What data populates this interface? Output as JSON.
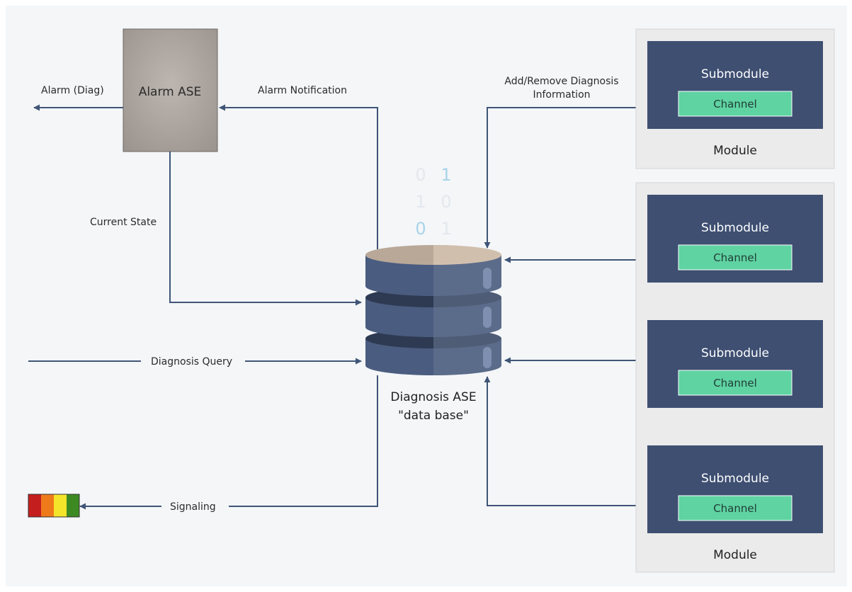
{
  "colors": {
    "background": "#f4f6f8",
    "line": "#3f5577",
    "submodule": "#3e4f72",
    "channel": "#5fd3a2",
    "module_panel": "#ebebeb",
    "alarm_box": "#a59e98",
    "db_body": "#4a5c80",
    "db_top": "#b9a898",
    "signal_red": "#c41e1e",
    "signal_orange": "#ef7a1a",
    "signal_yellow": "#f5e52a",
    "signal_green": "#3e8a22"
  },
  "alarm_ase": {
    "label": "Alarm ASE"
  },
  "labels": {
    "alarm_diag": "Alarm (Diag)",
    "alarm_notification": "Alarm Notification",
    "add_remove_line1": "Add/Remove Diagnosis",
    "add_remove_line2": "Information",
    "current_state": "Current State",
    "diagnosis_query": "Diagnosis Query",
    "signaling": "Signaling"
  },
  "database": {
    "line1": "Diagnosis ASE",
    "line2": "\"data base\""
  },
  "binary": [
    "0",
    "1",
    "1",
    "0",
    "0",
    "1"
  ],
  "modules": [
    {
      "label": "Module",
      "submodules": [
        {
          "label": "Submodule",
          "channel": "Channel"
        }
      ]
    },
    {
      "label": "Module",
      "submodules": [
        {
          "label": "Submodule",
          "channel": "Channel"
        },
        {
          "label": "Submodule",
          "channel": "Channel"
        },
        {
          "label": "Submodule",
          "channel": "Channel"
        }
      ]
    }
  ]
}
